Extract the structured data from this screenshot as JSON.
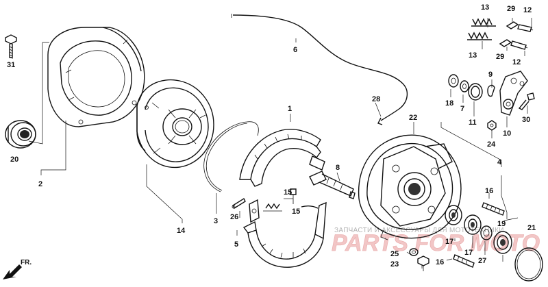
{
  "diagram": {
    "callouts": [
      {
        "id": "31",
        "label": "31"
      },
      {
        "id": "20",
        "label": "20"
      },
      {
        "id": "2",
        "label": "2"
      },
      {
        "id": "14",
        "label": "14"
      },
      {
        "id": "3",
        "label": "3"
      },
      {
        "id": "1",
        "label": "1"
      },
      {
        "id": "6",
        "label": "6"
      },
      {
        "id": "28",
        "label": "28"
      },
      {
        "id": "8",
        "label": "8"
      },
      {
        "id": "15a",
        "label": "15"
      },
      {
        "id": "15b",
        "label": "15"
      },
      {
        "id": "26",
        "label": "26"
      },
      {
        "id": "5",
        "label": "5"
      },
      {
        "id": "22",
        "label": "22"
      },
      {
        "id": "13a",
        "label": "13"
      },
      {
        "id": "13b",
        "label": "13"
      },
      {
        "id": "29a",
        "label": "29"
      },
      {
        "id": "29b",
        "label": "29"
      },
      {
        "id": "12a",
        "label": "12"
      },
      {
        "id": "12b",
        "label": "12"
      },
      {
        "id": "9",
        "label": "9"
      },
      {
        "id": "18",
        "label": "18"
      },
      {
        "id": "7",
        "label": "7"
      },
      {
        "id": "11",
        "label": "11"
      },
      {
        "id": "10",
        "label": "10"
      },
      {
        "id": "30",
        "label": "30"
      },
      {
        "id": "24",
        "label": "24"
      },
      {
        "id": "4",
        "label": "4"
      },
      {
        "id": "16",
        "label": "16"
      },
      {
        "id": "19",
        "label": "19"
      },
      {
        "id": "21",
        "label": "21"
      },
      {
        "id": "17a",
        "label": "17"
      },
      {
        "id": "17b",
        "label": "17"
      },
      {
        "id": "27",
        "label": "27"
      },
      {
        "id": "25",
        "label": "25"
      },
      {
        "id": "23",
        "label": "23"
      },
      {
        "id": "16b",
        "label": "16"
      }
    ],
    "direction_label": "FR.",
    "watermark": {
      "line1": "ЗАПЧАСТИ И АКСЕССУАРЫ ДЛЯ МОТОТЕХНИКИ",
      "line2": "PARTS FOR MOTO"
    }
  }
}
